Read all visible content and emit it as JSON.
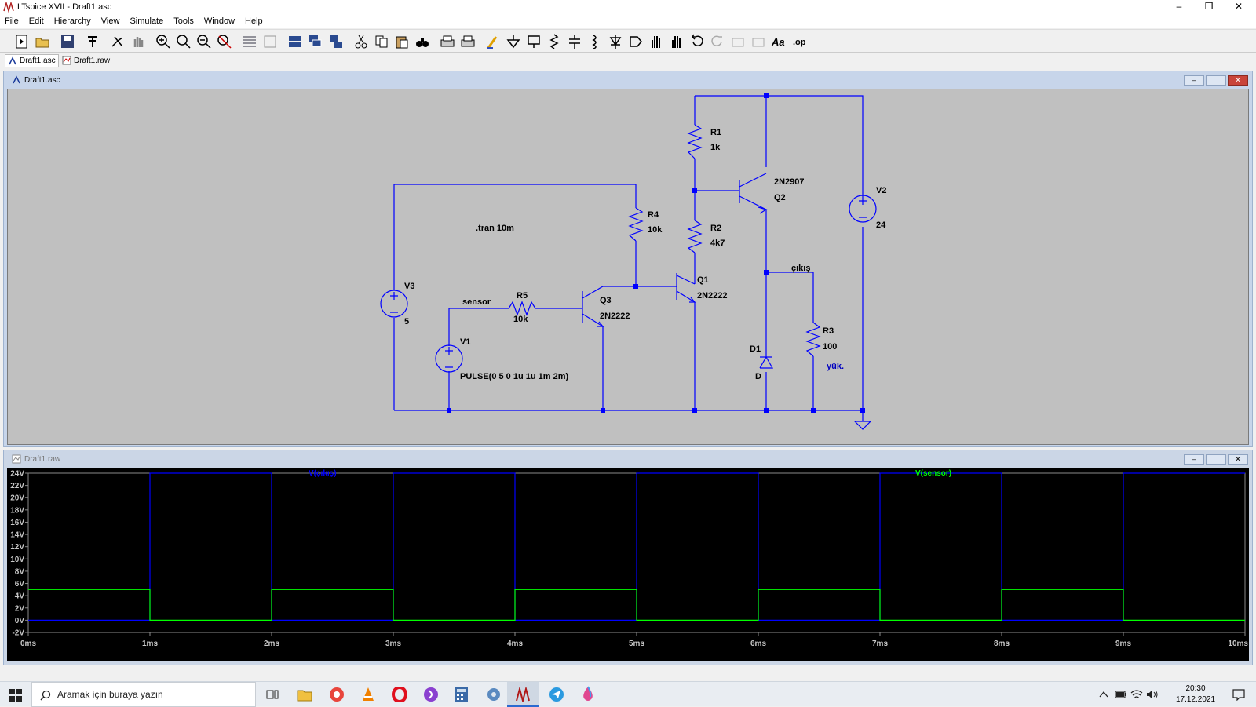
{
  "window": {
    "title": "LTspice XVII - Draft1.asc"
  },
  "menu": [
    "File",
    "Edit",
    "Hierarchy",
    "View",
    "Simulate",
    "Tools",
    "Window",
    "Help"
  ],
  "tabs": [
    {
      "label": "Draft1.asc",
      "active": true
    },
    {
      "label": "Draft1.raw",
      "active": false
    }
  ],
  "schematic_window": {
    "title": "Draft1.asc"
  },
  "schematic": {
    "directive": ".tran 10m",
    "components": {
      "R1": {
        "name": "R1",
        "value": "1k"
      },
      "R2": {
        "name": "R2",
        "value": "4k7"
      },
      "R3": {
        "name": "R3",
        "value": "100"
      },
      "R4": {
        "name": "R4",
        "value": "10k"
      },
      "R5": {
        "name": "R5",
        "value": "10k"
      },
      "Q1": {
        "name": "Q1",
        "value": "2N2222"
      },
      "Q2": {
        "name": "Q2",
        "value": "2N2907"
      },
      "Q3": {
        "name": "Q3",
        "value": "2N2222"
      },
      "V1": {
        "name": "V1",
        "value": "PULSE(0 5 0 1u 1u 1m 2m)"
      },
      "V2": {
        "name": "V2",
        "value": "24"
      },
      "V3": {
        "name": "V3",
        "value": "5"
      },
      "D1": {
        "name": "D1",
        "value": "D"
      }
    },
    "net_labels": {
      "sensor": "sensor",
      "cikis": "çıkış",
      "yuk": "yük."
    }
  },
  "plot_window": {
    "title": "Draft1.raw"
  },
  "chart_data": {
    "type": "line",
    "title": "",
    "xlabel": "",
    "ylabel": "",
    "x_ticks": [
      "0ms",
      "1ms",
      "2ms",
      "3ms",
      "4ms",
      "5ms",
      "6ms",
      "7ms",
      "8ms",
      "9ms",
      "10ms"
    ],
    "y_ticks": [
      "24V",
      "22V",
      "20V",
      "18V",
      "16V",
      "14V",
      "12V",
      "10V",
      "8V",
      "6V",
      "4V",
      "2V",
      "0V",
      "-2V"
    ],
    "xlim": [
      0,
      10
    ],
    "ylim": [
      -2,
      24
    ],
    "background": "#000000",
    "series": [
      {
        "name": "V(çıkış)",
        "color": "#0000ff",
        "x": [
          0,
          1,
          1,
          2,
          2,
          3,
          3,
          4,
          4,
          5,
          5,
          6,
          6,
          7,
          7,
          8,
          8,
          9,
          9,
          10
        ],
        "y": [
          0,
          0,
          24,
          24,
          0,
          0,
          24,
          24,
          0,
          0,
          24,
          24,
          0,
          0,
          24,
          24,
          0,
          0,
          24,
          24
        ]
      },
      {
        "name": "V(sensor)",
        "color": "#00ff00",
        "x": [
          0,
          1,
          1,
          2,
          2,
          3,
          3,
          4,
          4,
          5,
          5,
          6,
          6,
          7,
          7,
          8,
          8,
          9,
          9,
          10
        ],
        "y": [
          5,
          5,
          0,
          0,
          5,
          5,
          0,
          0,
          5,
          5,
          0,
          0,
          5,
          5,
          0,
          0,
          5,
          5,
          0,
          0
        ]
      }
    ]
  },
  "taskbar": {
    "search_placeholder": "Aramak için buraya yazın",
    "time": "20:30",
    "date": "17.12.2021"
  }
}
